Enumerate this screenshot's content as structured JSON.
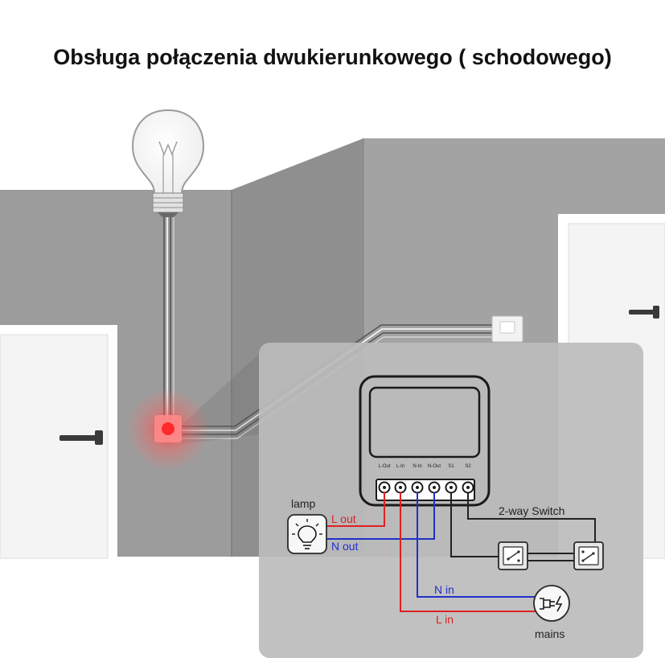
{
  "title": "Obsługa połączenia dwukierunkowego ( schodowego)",
  "module": {
    "terminals": [
      "L-Out",
      "L-In",
      "N-In",
      "N-Out",
      "S1",
      "S2"
    ]
  },
  "labels": {
    "lamp": "lamp",
    "l_out": "L out",
    "n_out": "N out",
    "n_in": "N in",
    "l_in": "L in",
    "mains": "mains",
    "two_way_switch": "2-way Switch"
  },
  "colors": {
    "wall": "#9b9b9b",
    "wall_dark": "#888888",
    "panel": "#bdbdbd",
    "live_wire": "#e02020",
    "neutral_wire": "#2030c8",
    "switch_wire": "#222222",
    "junction_glow": "#ff3b3b"
  },
  "icons": {
    "lamp": "lightbulb-icon",
    "mains": "power-plug-icon",
    "bulb": "lightbulb-icon",
    "switch": "two-way-switch-icon"
  }
}
